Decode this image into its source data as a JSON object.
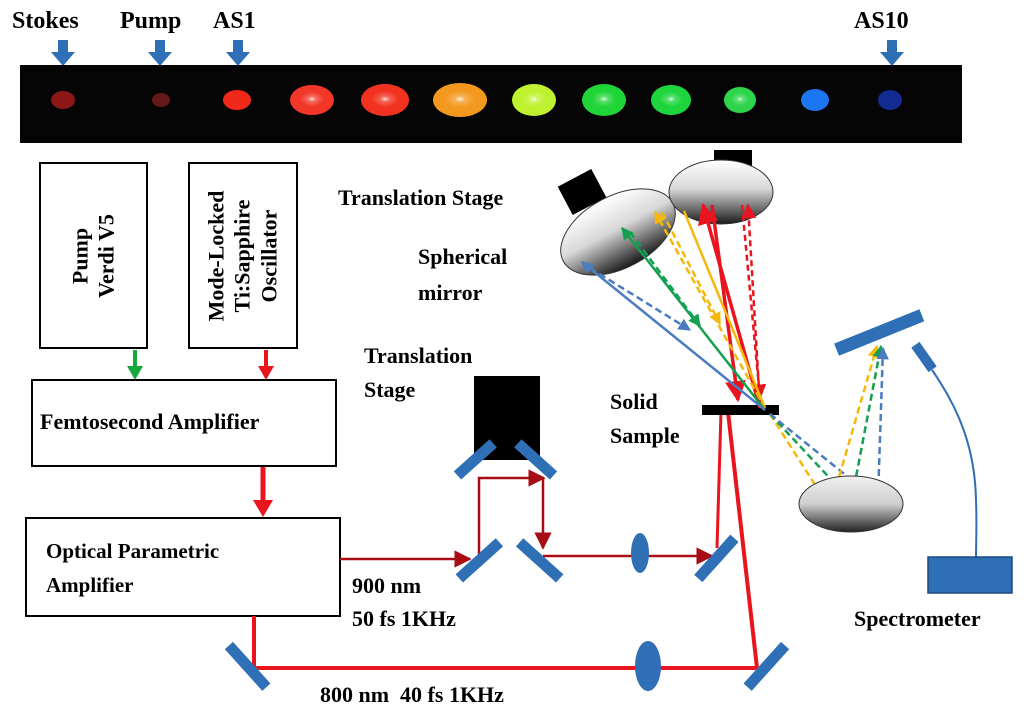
{
  "spectrum": {
    "labels": {
      "stokes": "Stokes",
      "pump": "Pump",
      "as1": "AS1",
      "as10": "AS10"
    },
    "spot_colors": [
      "#c81e1e",
      "#b42828",
      "#ff2a1a",
      "#ff3a2a",
      "#ff3522",
      "#ffa020",
      "#c8ff30",
      "#22e03a",
      "#20e040",
      "#30e050",
      "#1e7cff",
      "#1a3ad0"
    ],
    "arrow_color": "#2e6fb6"
  },
  "boxes": {
    "pump_line1": "Pump",
    "pump_line2": "Verdi V5",
    "osc_line1": "Mode-Locked",
    "osc_line2": "Ti:Sapphire",
    "osc_line3": "Oscillator",
    "femto": "Femtosecond Amplifier",
    "opa_line1": "Optical Parametric",
    "opa_line2": "Amplifier"
  },
  "labels": {
    "translation_stage_top": "Translation Stage",
    "spherical_line1": "Spherical",
    "spherical_line2": "mirror",
    "translation_line1": "Translation",
    "translation_line2": "Stage",
    "solid_line1": "Solid",
    "solid_line2": "Sample",
    "beam900_line1": "900 nm",
    "beam900_line2": "50 fs 1KHz",
    "beam800": "800 nm  40 fs 1KHz",
    "spectrometer": "Spectrometer"
  },
  "colors": {
    "beam_red": "#e8141e",
    "beam_darkred": "#a80c14",
    "pump_green": "#16a83c",
    "optic_blue": "#2e6fb6",
    "beam_yellow": "#f5b80a",
    "beam_green": "#14a050",
    "beam_blue": "#4a7cc0"
  }
}
